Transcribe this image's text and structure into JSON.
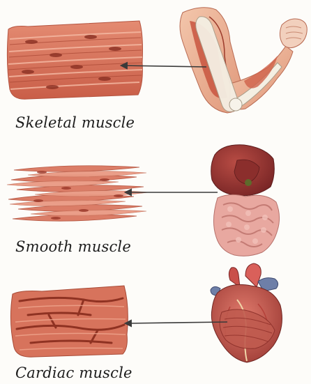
{
  "sections": [
    {
      "id": "skeletal",
      "label": "Skeletal muscle",
      "organ": "arm"
    },
    {
      "id": "smooth",
      "label": "Smooth muscle",
      "organ": "digestive-organs"
    },
    {
      "id": "cardiac",
      "label": "Cardiac muscle",
      "organ": "heart"
    }
  ],
  "colors": {
    "tissue": "#d8735f",
    "tissue_dark": "#b04a38",
    "tissue_light": "#eda48f",
    "arrow": "#3a3a3a",
    "text": "#1c1c1c"
  }
}
